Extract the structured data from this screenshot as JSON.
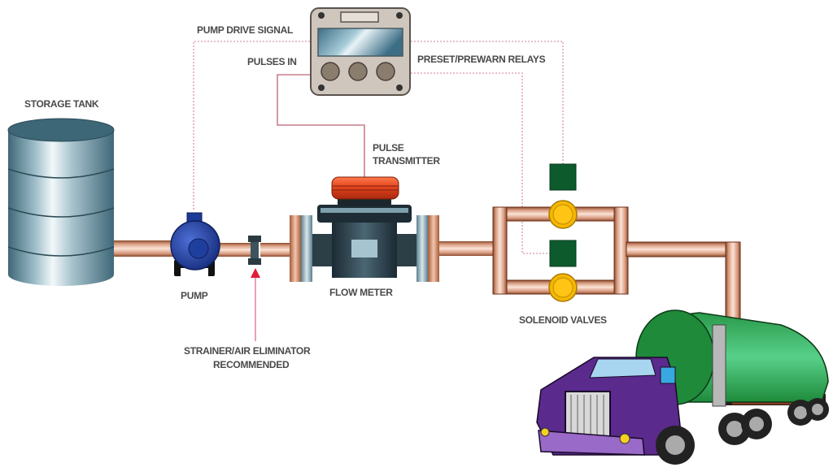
{
  "diagram": {
    "title": "Fuel Metering / Batch Control System",
    "labels": {
      "storage_tank": "STORAGE TANK",
      "pump": "PUMP",
      "pump_drive_signal": "PUMP DRIVE SIGNAL",
      "pulses_in": "PULSES IN",
      "preset_relays": "PRESET/PREWARN RELAYS",
      "pulse_transmitter_1": "PULSE",
      "pulse_transmitter_2": "TRANSMITTER",
      "flow_meter": "FLOW METER",
      "solenoid_valves": "SOLENOID VALVES",
      "strainer_1": "STRAINER/AIR ELIMINATOR",
      "strainer_2": "RECOMMENDED"
    },
    "components": [
      {
        "id": "storage-tank",
        "type": "tank"
      },
      {
        "id": "pump",
        "type": "pump"
      },
      {
        "id": "strainer",
        "type": "strainer"
      },
      {
        "id": "flow-meter",
        "type": "meter"
      },
      {
        "id": "pulse-transmitter",
        "type": "transmitter"
      },
      {
        "id": "controller",
        "type": "batch-controller"
      },
      {
        "id": "solenoid-valve-upper",
        "type": "valve"
      },
      {
        "id": "solenoid-valve-lower",
        "type": "valve"
      },
      {
        "id": "tanker-truck",
        "type": "vehicle"
      }
    ],
    "connections": [
      {
        "from": "storage-tank",
        "to": "pump",
        "kind": "pipe"
      },
      {
        "from": "pump",
        "to": "strainer",
        "kind": "pipe"
      },
      {
        "from": "strainer",
        "to": "flow-meter",
        "kind": "pipe"
      },
      {
        "from": "flow-meter",
        "to": "solenoid-valve-upper",
        "kind": "pipe"
      },
      {
        "from": "flow-meter",
        "to": "solenoid-valve-lower",
        "kind": "pipe"
      },
      {
        "from": "solenoid-valve-upper",
        "to": "tanker-truck",
        "kind": "pipe"
      },
      {
        "from": "controller",
        "to": "pump",
        "kind": "signal",
        "label": "PUMP DRIVE SIGNAL"
      },
      {
        "from": "pulse-transmitter",
        "to": "controller",
        "kind": "signal",
        "label": "PULSES IN"
      },
      {
        "from": "controller",
        "to": "solenoid-valve-upper",
        "kind": "signal",
        "label": "PRESET/PREWARN RELAYS"
      },
      {
        "from": "controller",
        "to": "solenoid-valve-lower",
        "kind": "signal",
        "label": "PRESET/PREWARN RELAYS"
      }
    ],
    "colors": {
      "pipe": "#e8b49a",
      "pipe_edge": "#7a3a22",
      "signal": "#e2a8b4",
      "tank": "#8fb1bd",
      "pump": "#1f3f9e",
      "transmitter": "#e0401c",
      "valve": "#f5b700",
      "solenoid": "#0d5a2c",
      "truck_cab": "#5a2a8c",
      "truck_tank": "#1e8a3a"
    }
  }
}
